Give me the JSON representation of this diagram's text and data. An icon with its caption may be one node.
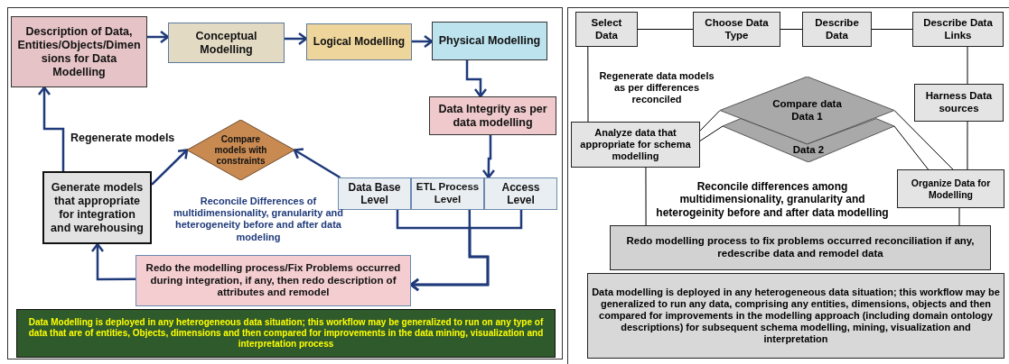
{
  "diagram": {
    "nodes": [
      {
        "text": [
          "Description of Data, Entities/Objects/Dimensions for Data Modelling"
        ]
      },
      {
        "text": [
          "Conceptual Modelling"
        ]
      },
      {
        "text": [
          "Logical Modelling"
        ]
      },
      {
        "text": [
          "Physical Modelling"
        ]
      },
      {
        "text": [
          "Data Integrity as per data modelling"
        ]
      },
      {
        "text": [
          "Compare models with constraints"
        ]
      },
      {
        "text": [
          "Generate models that appropriate for integration and warehousing"
        ]
      },
      {
        "text": [
          "Data Base Level"
        ]
      },
      {
        "text": [
          "ETL Process Level"
        ]
      },
      {
        "text": [
          "Access Level"
        ]
      },
      {
        "text": [
          "Redo the modelling process/Fix Problems occurred during integration, if any, then redo description of attributes and remodel"
        ]
      },
      {
        "text": [
          "Data Modelling is deployed in any heterogeneous data situation; this workflow may be generalized to run on any type of data that are of entities, Objects, dimensions and then compared for improvements in the data mining, visualization and interpretation process"
        ]
      },
      {
        "text": [
          "Select Data"
        ]
      },
      {
        "text": [
          "Choose Data Type"
        ]
      },
      {
        "text": [
          "Describe Data"
        ]
      },
      {
        "text": [
          "Describe Data Links"
        ]
      },
      {
        "text": [
          "Harness Data sources"
        ]
      },
      {
        "text": [
          "Analyze data that appropriate for schema modelling"
        ]
      },
      {
        "text": [
          "Compare data",
          "Data 1"
        ]
      },
      {
        "text": [
          "Data 2"
        ]
      },
      {
        "text": [
          "Organize Data for Modelling"
        ]
      },
      {
        "text": [
          "Redo modelling process to fix problems occurred reconciliation if any, redescribe data and remodel data"
        ]
      },
      {
        "text": [
          "Data modelling is deployed in any heterogeneous data situation; this workflow may be generalized to run any data, comprising any entities, dimensions, objects and then compared for improvements in the modelling approach (including domain ontology descriptions) for subsequent schema modelling, mining, visualization and interpretation"
        ]
      }
    ],
    "edges": [
      {
        "from": 0,
        "to": 1,
        "arrow": "to"
      },
      {
        "from": 1,
        "to": 2,
        "arrow": "to"
      },
      {
        "from": 2,
        "to": 3,
        "arrow": "to"
      },
      {
        "from": 3,
        "to": 4,
        "arrow": "to"
      },
      {
        "from": 4,
        "to": 9,
        "arrow": "to"
      },
      {
        "from": 7,
        "to": 10,
        "arrow": "to"
      },
      {
        "from": 8,
        "to": 10,
        "arrow": "to"
      },
      {
        "from": 9,
        "to": 10,
        "arrow": "to"
      },
      {
        "from": 10,
        "to": 6,
        "arrow": "to"
      },
      {
        "from": 6,
        "to": 0,
        "arrow": "to",
        "label": "Regenerate models"
      },
      {
        "from": 6,
        "to": 5,
        "arrow": "to"
      },
      {
        "from": 7,
        "to": 5,
        "arrow": "to"
      },
      {
        "from": 12,
        "to": 13,
        "arrow": "none",
        "color": "#000000"
      },
      {
        "from": 13,
        "to": 14,
        "arrow": "none",
        "color": "#000000"
      },
      {
        "from": 14,
        "to": 15,
        "arrow": "none",
        "color": "#000000"
      },
      {
        "from": 12,
        "to": 17,
        "arrow": "none",
        "color": "#000000"
      },
      {
        "from": 15,
        "to": 16,
        "arrow": "none",
        "color": "#000000"
      },
      {
        "from": 16,
        "to": 20,
        "arrow": "none",
        "color": "#000000"
      },
      {
        "from": 17,
        "to": 18,
        "arrow": "none",
        "color": "#000000"
      },
      {
        "from": 17,
        "to": 19,
        "arrow": "none",
        "color": "#000000"
      },
      {
        "from": 18,
        "to": 20,
        "arrow": "none",
        "color": "#000000"
      },
      {
        "from": 19,
        "to": 20,
        "arrow": "none",
        "color": "#000000"
      },
      {
        "from": 17,
        "to": 21,
        "arrow": "none",
        "color": "#000000"
      },
      {
        "from": 20,
        "to": 21,
        "arrow": "none",
        "color": "#000000"
      }
    ],
    "labels": [
      "Reconcile Differences of multidimensionality, granularity and heterogeneity before and after data modeling",
      "Regenerate data models as per differences reconciled",
      "Reconcile differences among multidimensionality, granularity and heterogeinity before and after data modelling"
    ]
  }
}
